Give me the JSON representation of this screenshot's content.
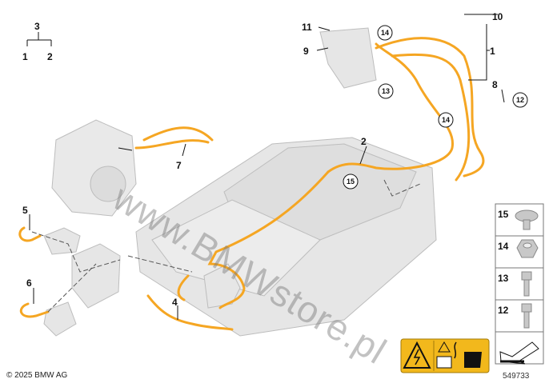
{
  "labels": {
    "p1": "1",
    "p2": "2",
    "p3": "3",
    "p4": "4",
    "p5": "5",
    "p6": "6",
    "p7": "7",
    "p8": "8",
    "p9": "9",
    "p10": "10",
    "p11": "11",
    "c12": "12",
    "c13": "13",
    "c14a": "14",
    "c14b": "14",
    "c15": "15",
    "tree_top": "3",
    "tree_left": "1",
    "tree_right": "2"
  },
  "legend": [
    {
      "number": "15",
      "icon": "push-rivet-icon"
    },
    {
      "number": "14",
      "icon": "hex-nut-icon"
    },
    {
      "number": "13",
      "icon": "hex-bolt-icon"
    },
    {
      "number": "12",
      "icon": "hex-bolt-icon"
    }
  ],
  "warning_icons": [
    "high-voltage-warning-icon",
    "read-manual-icon",
    "protective-glove-icon"
  ],
  "copyright": "© 2025 BMW AG",
  "image_number": "549733",
  "watermark": "www.BMWstore.pl",
  "colors": {
    "cable": "#f5a623",
    "warning_bg": "#f2b81c",
    "part_gray": "#d9d9d9"
  }
}
